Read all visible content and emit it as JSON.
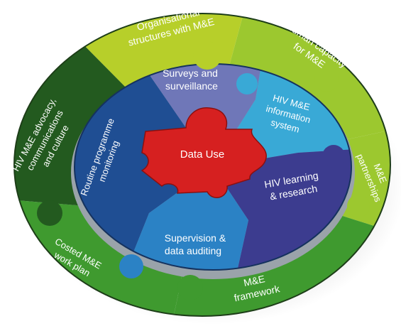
{
  "colors": {
    "outer_dark": "#235a1f",
    "outer_mid": "#3f9a2f",
    "outer_lime": "#9cc82f",
    "outer_yellow": "#b7cf2a",
    "inner_navy": "#1f4e93",
    "inner_lavender": "#6f77b8",
    "inner_sky": "#39a9d6",
    "inner_purple": "#3c3c8f",
    "inner_blue": "#2b82c5",
    "inner_medium": "#1b66ad",
    "center_red": "#d62020",
    "base_gray": "#9aa3aa"
  },
  "diagram": {
    "center": {
      "label": "Data Use"
    },
    "inner_ring": [
      {
        "line1": "Surveys and",
        "line2": "surveillance"
      },
      {
        "line1": "HIV M&E",
        "line2": "information",
        "line3": "system"
      },
      {
        "line1": "HIV learning",
        "line2": "& research"
      },
      {
        "line1": "Supervision &",
        "line2": "data auditing"
      },
      {
        "line1": "Routine programme",
        "line2": "monitoring"
      }
    ],
    "outer_ring": [
      {
        "line1": "Organisational",
        "line2": "structures with M&E"
      },
      {
        "line1": "Human capacity",
        "line2": "for M&E"
      },
      {
        "line1": "M&E",
        "line2": "partnerships"
      },
      {
        "line1": "M&E",
        "line2": "framework"
      },
      {
        "line1": "Costed M&E",
        "line2": "work plan"
      },
      {
        "line1": "HIV M&E advocacy,",
        "line2": "communications",
        "line3": "and culture"
      }
    ]
  }
}
